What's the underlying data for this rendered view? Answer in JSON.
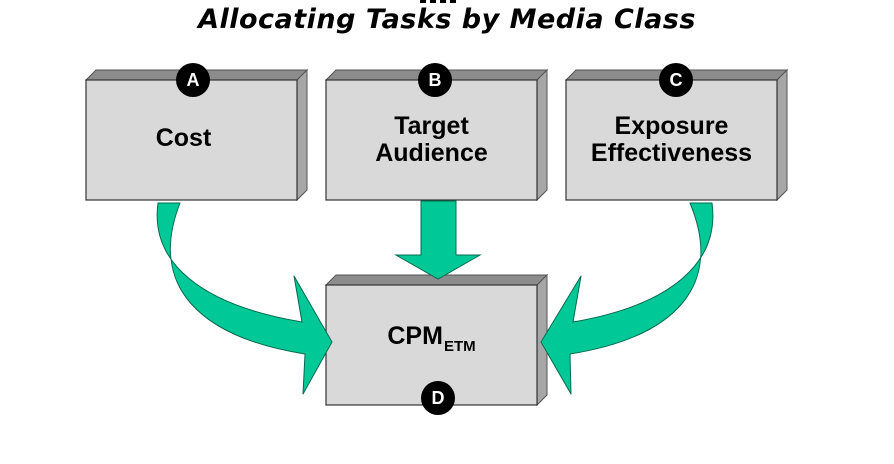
{
  "title": "Allocating Tasks by Media Class",
  "boxes": {
    "a": {
      "badge": "A",
      "line1": "Cost",
      "line2": ""
    },
    "b": {
      "badge": "B",
      "line1": "Target",
      "line2": "Audience"
    },
    "c": {
      "badge": "C",
      "line1": "Exposure",
      "line2": "Effectiveness"
    },
    "d": {
      "badge": "D",
      "main": "CPM",
      "subscript": "ETM"
    }
  },
  "colors": {
    "box_face": "#d9d9d9",
    "box_side": "#a6a6a6",
    "box_top": "#8c8c8c",
    "arrow": "#00c896",
    "badge": "#000000"
  }
}
